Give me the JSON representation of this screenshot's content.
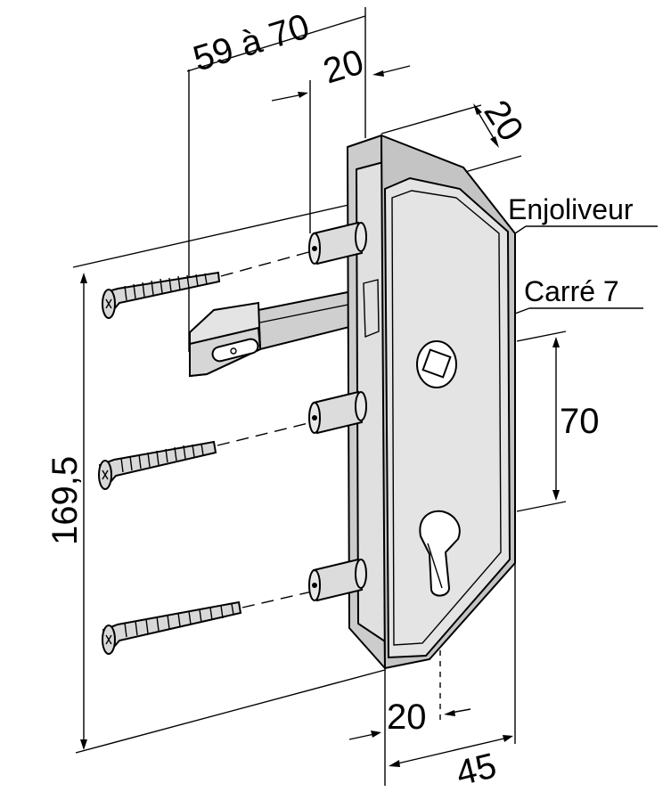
{
  "labels": {
    "trim_plate": "Enjoliveur",
    "square_spindle": "Carré 7"
  },
  "dimensions": {
    "bolt_range": "59 à 70",
    "top_offset": "20",
    "thickness": "20",
    "hole_spacing": "70",
    "overall_height": "169,5",
    "cylinder_offset": "20",
    "width": "45"
  },
  "colors": {
    "plate_fill": "#e4e4e4",
    "plate_shadow": "#c4c4c4",
    "screw_fill": "#d8d8d8",
    "line": "#000000"
  }
}
